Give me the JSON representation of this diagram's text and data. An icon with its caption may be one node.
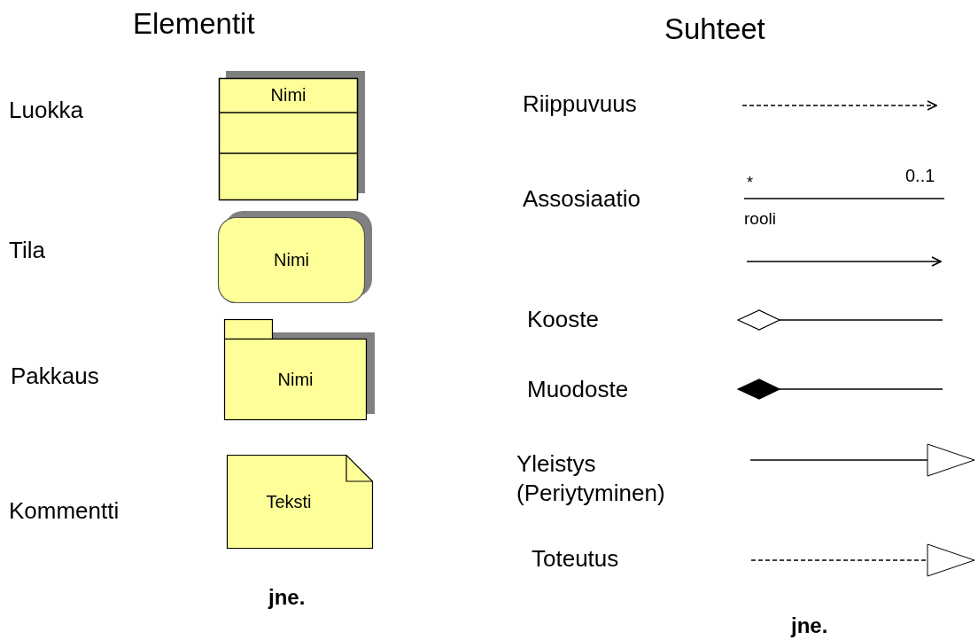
{
  "diagram": {
    "nodes": [
      {
        "text": [
          "Nimi"
        ]
      },
      {
        "text": [
          "Nimi"
        ]
      },
      {
        "text": [
          "Nimi"
        ]
      },
      {
        "text": [
          "Teksti"
        ]
      }
    ],
    "labels": [
      "Elementit",
      "Luokka",
      "Tila",
      "Pakkaus",
      "Kommentti",
      "jne.",
      "Suhteet",
      "Riippuvuus",
      "Assosiaatio",
      "*",
      "0..1",
      "rooli",
      "Kooste",
      "Muodoste",
      "Yleistys (Periytyminen)",
      "Toteutus",
      "jne."
    ]
  }
}
